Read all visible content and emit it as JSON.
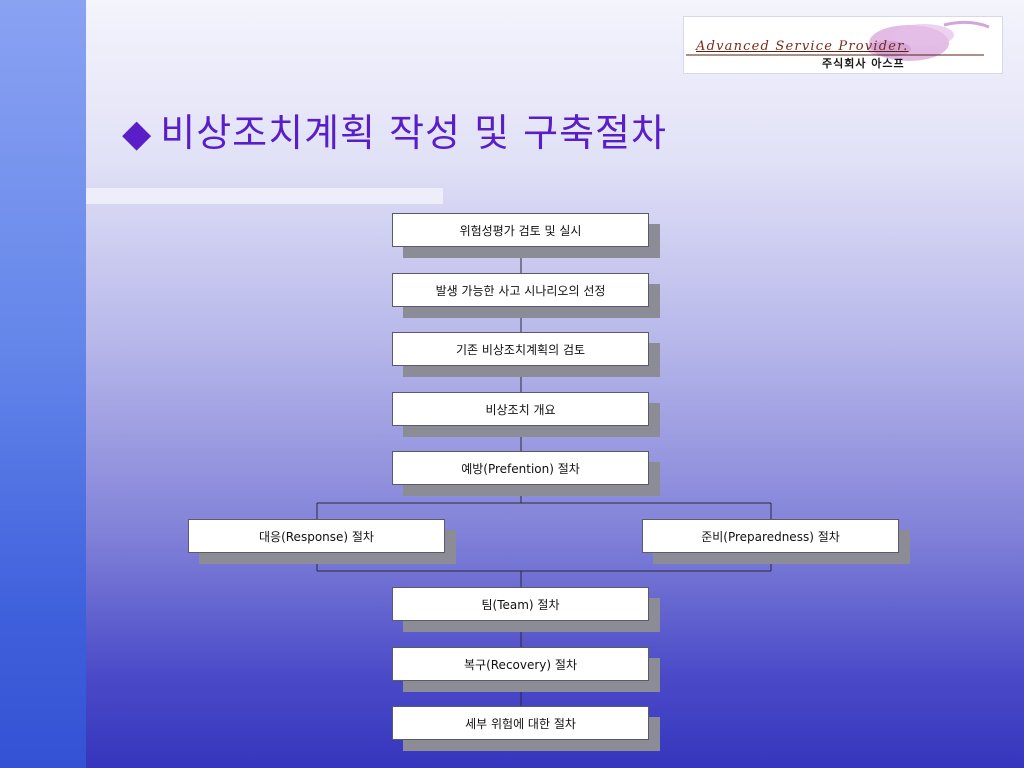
{
  "logo": {
    "script_text": "Advanced Service Provider.",
    "company_name": "주식회사 아스프"
  },
  "title": {
    "bullet": "◆",
    "text": "비상조치계획 작성 및 구축절차"
  },
  "flow": {
    "steps": [
      "위험성평가 검토 및 실시",
      "발생 가능한 사고 시나리오의 선정",
      "기존 비상조치계획의 검토",
      "비상조치 개요",
      "예방(Prefention) 절차"
    ],
    "branch_left": "대응(Response) 절차",
    "branch_right": "준비(Preparedness) 절차",
    "steps_after": [
      "팀(Team) 절차",
      "복구(Recovery) 절차",
      "세부 위험에 대한 절차"
    ]
  }
}
